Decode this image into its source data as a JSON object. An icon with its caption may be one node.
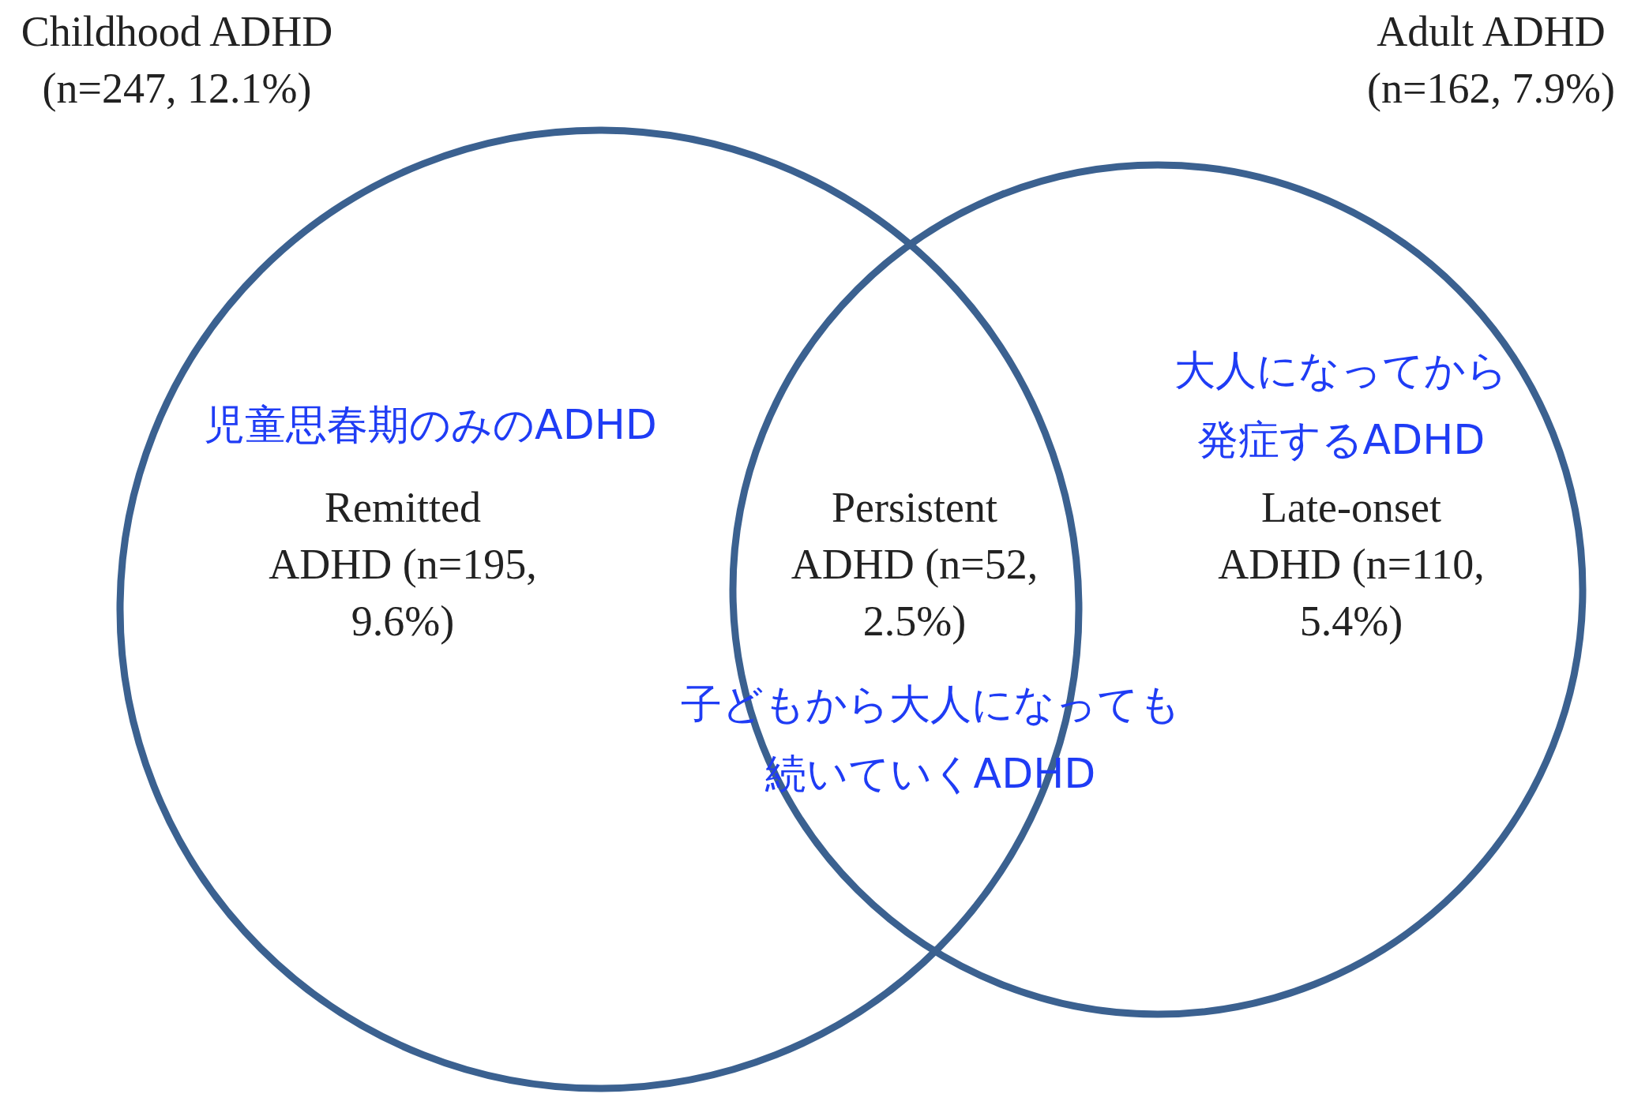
{
  "diagram": {
    "nodes": [
      {
        "text": [
          "Childhood ADHD (n=247, 12.1%)"
        ]
      },
      {
        "text": [
          "Adult ADHD (n=162, 7.9%)"
        ]
      }
    ],
    "edges": [],
    "labels": [
      "大人になってから発症するADHD",
      "児童思春期のみのADHD",
      "Remitted ADHD (n=195, 9.6%)",
      "Persistent ADHD (n=52, 2.5%)",
      "Late-onset ADHD (n=110, 5.4%)",
      "子どもから大人になっても続いていくADHD"
    ]
  }
}
